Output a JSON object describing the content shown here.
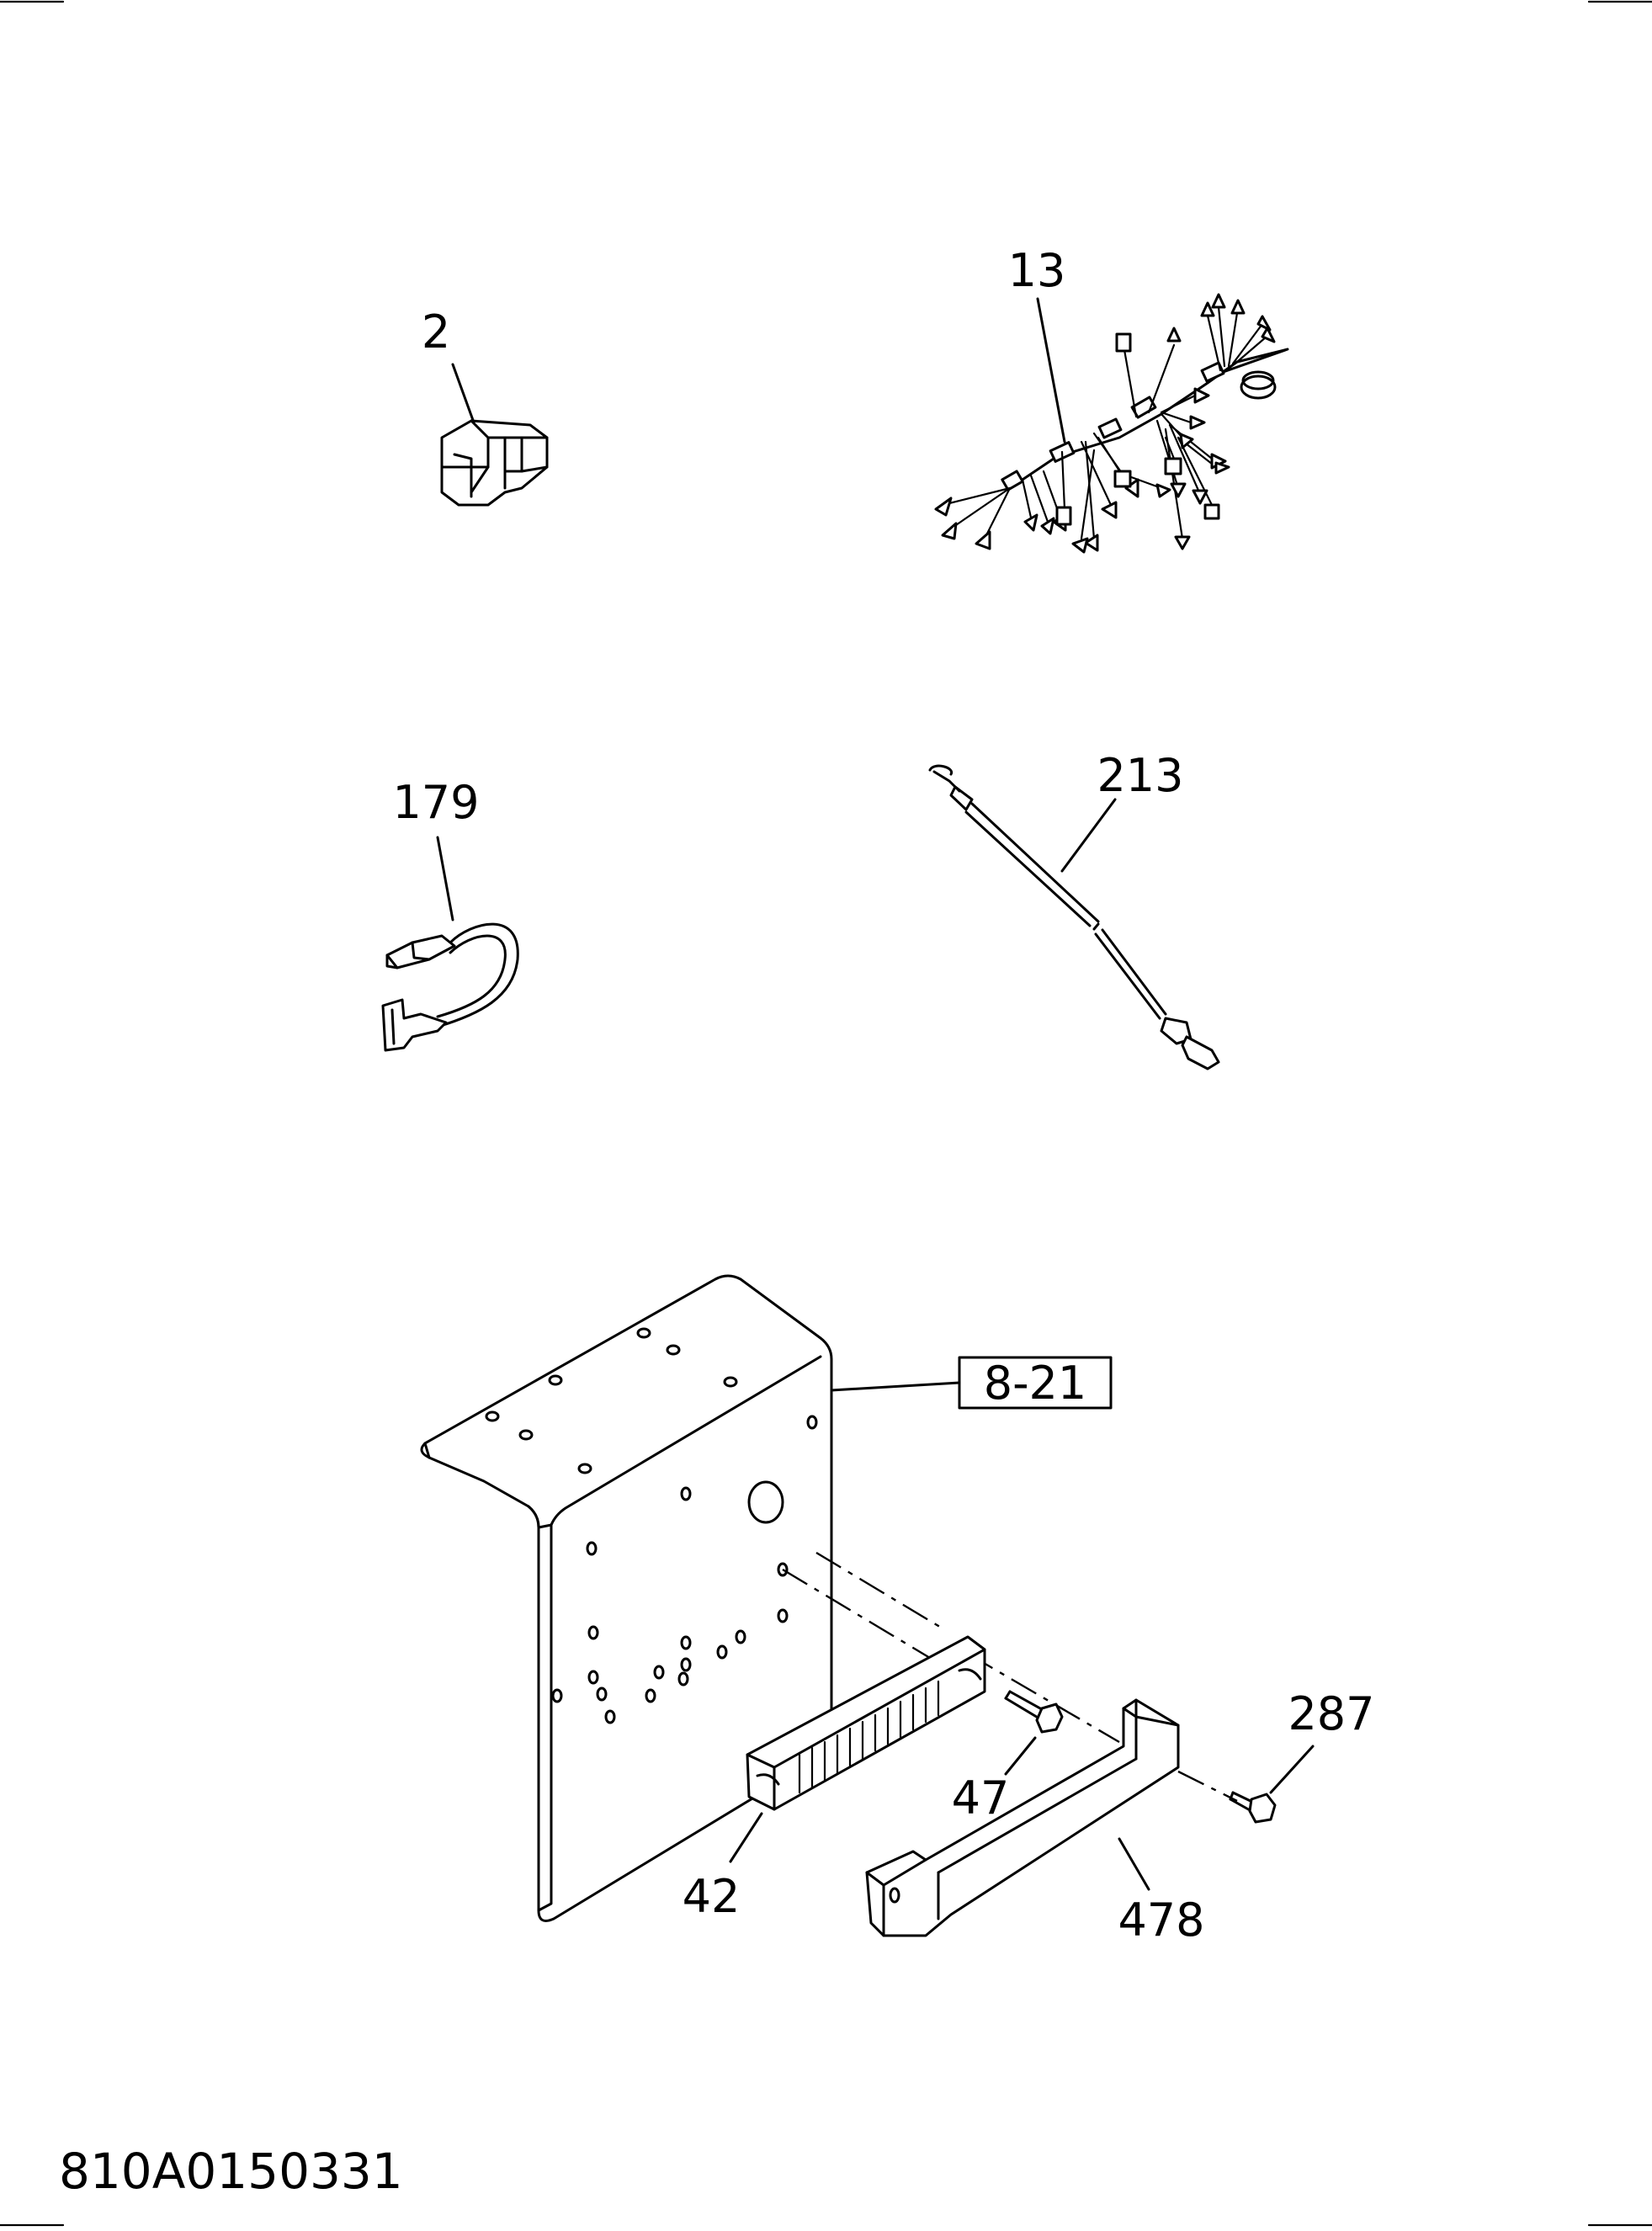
{
  "diagram": {
    "callouts": [
      {
        "id": "2",
        "text": "2"
      },
      {
        "id": "13",
        "text": "13"
      },
      {
        "id": "179",
        "text": "179"
      },
      {
        "id": "213",
        "text": "213"
      },
      {
        "id": "8-21",
        "text": "8-21"
      },
      {
        "id": "287",
        "text": "287"
      },
      {
        "id": "47",
        "text": "47"
      },
      {
        "id": "42",
        "text": "42"
      },
      {
        "id": "478",
        "text": "478"
      }
    ],
    "drawing_number": "810A0150331"
  }
}
